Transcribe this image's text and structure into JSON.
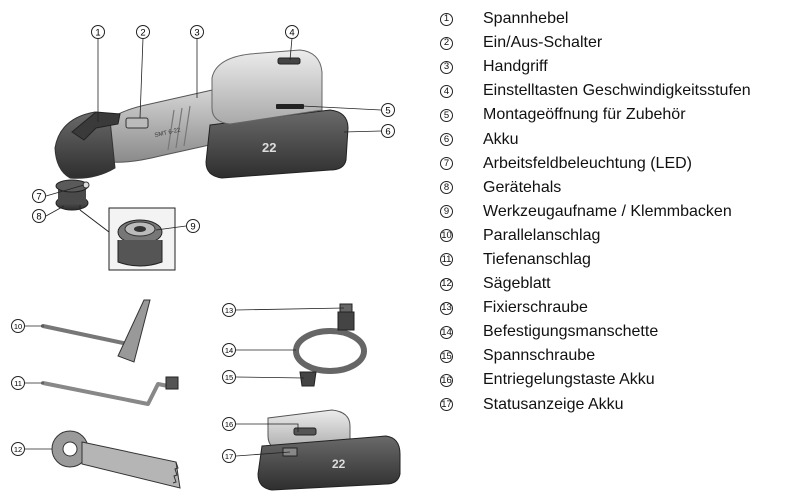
{
  "callouts": [
    {
      "n": "1",
      "label": "Spannhebel"
    },
    {
      "n": "2",
      "label": "Ein/Aus-Schalter"
    },
    {
      "n": "3",
      "label": "Handgriff"
    },
    {
      "n": "4",
      "label": "Einstelltasten Geschwindigkeitsstufen"
    },
    {
      "n": "5",
      "label": "Montageöffnung für Zubehör"
    },
    {
      "n": "6",
      "label": "Akku"
    },
    {
      "n": "7",
      "label": "Arbeitsfeldbeleuchtung (LED)"
    },
    {
      "n": "8",
      "label": "Gerätehals"
    },
    {
      "n": "9",
      "label": "Werkzeugaufname / Klemmbacken"
    },
    {
      "n": "10",
      "label": "Parallelanschlag"
    },
    {
      "n": "11",
      "label": "Tiefenanschlag"
    },
    {
      "n": "12",
      "label": "Sägeblatt"
    },
    {
      "n": "13",
      "label": "Fixierschraube"
    },
    {
      "n": "14",
      "label": "Befestigungsmanschette"
    },
    {
      "n": "15",
      "label": "Spannschraube"
    },
    {
      "n": "16",
      "label": "Entriegelungstaste Akku"
    },
    {
      "n": "17",
      "label": "Statusanzeige Akku"
    }
  ],
  "product_markings": {
    "battery_capacity": "22",
    "battery_capacity_small": "22",
    "tool_model": "SMT 6-22"
  }
}
